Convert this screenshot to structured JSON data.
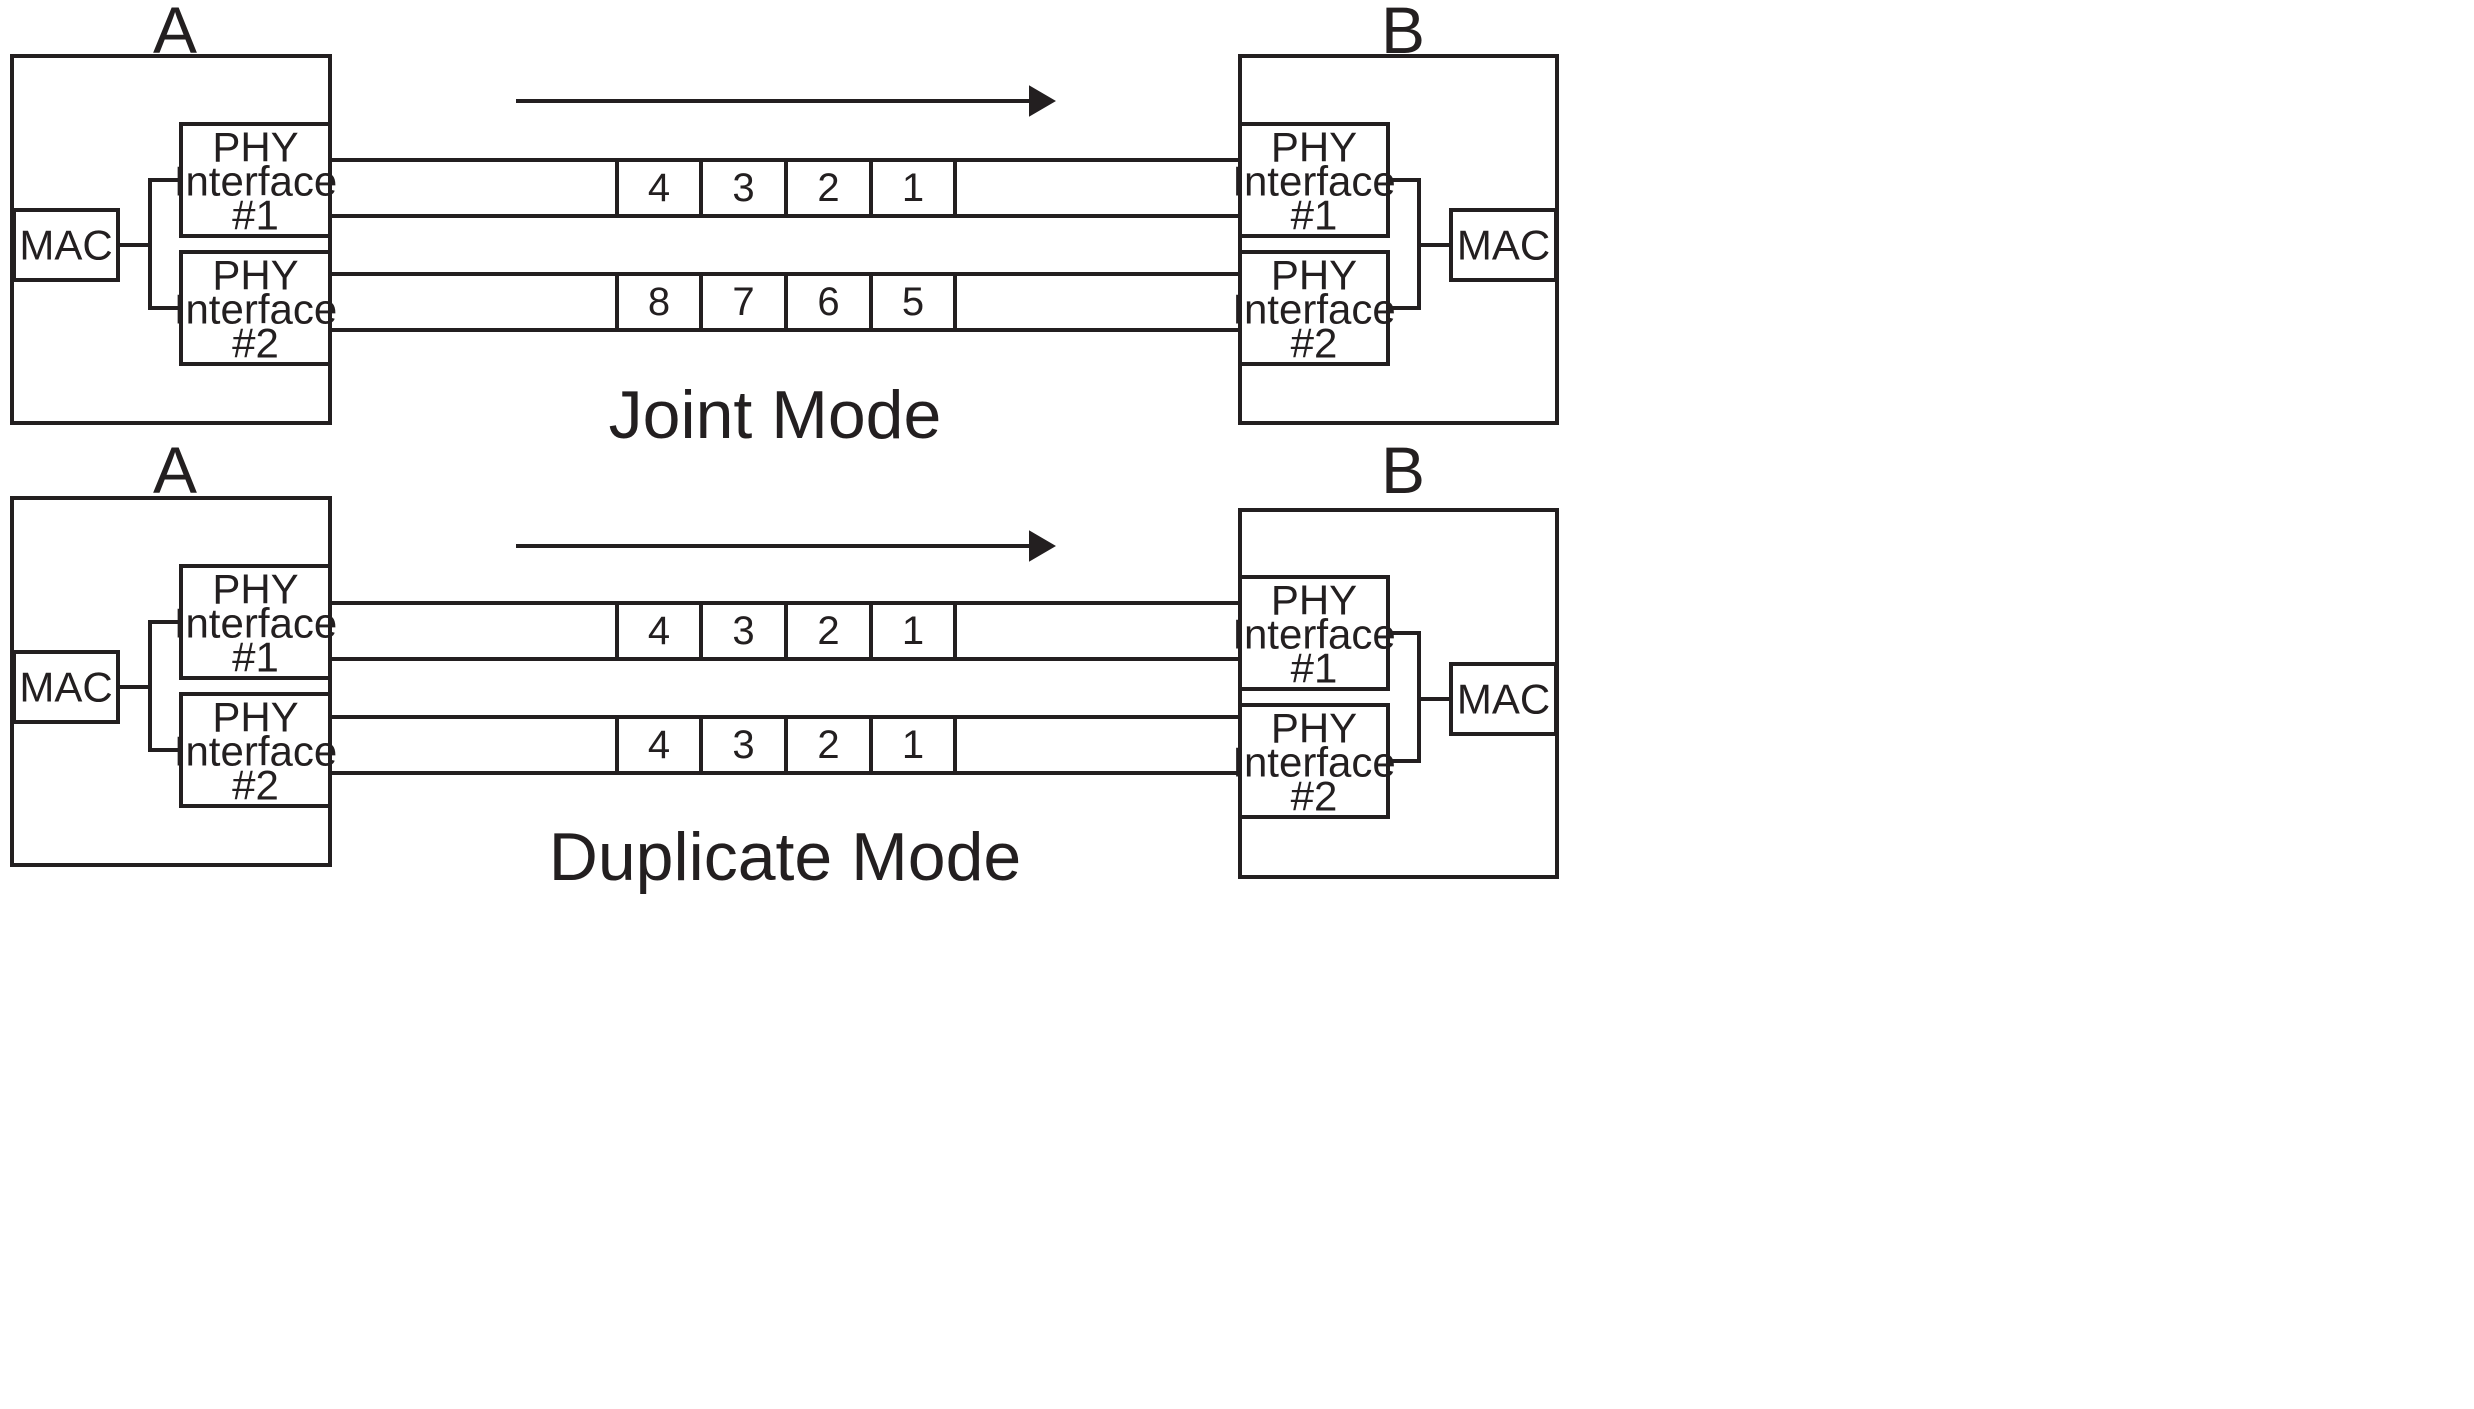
{
  "panels": [
    {
      "id": "joint",
      "mode_label": "Joint Mode",
      "sender_label": "A",
      "receiver_label": "B",
      "sender_mac": "MAC",
      "receiver_mac": "MAC",
      "sender_phys": [
        {
          "lines": [
            "PHY",
            "Interface",
            "#1"
          ]
        },
        {
          "lines": [
            "PHY",
            "Interface",
            "#2"
          ]
        }
      ],
      "receiver_phys": [
        {
          "lines": [
            "PHY",
            "Interface",
            "#1"
          ]
        },
        {
          "lines": [
            "PHY",
            "Interface",
            "#2"
          ]
        }
      ],
      "channels": [
        {
          "cells": [
            "4",
            "3",
            "2",
            "1"
          ]
        },
        {
          "cells": [
            "8",
            "7",
            "6",
            "5"
          ]
        }
      ]
    },
    {
      "id": "duplicate",
      "mode_label": "Duplicate Mode",
      "sender_label": "A",
      "receiver_label": "B",
      "sender_mac": "MAC",
      "receiver_mac": "MAC",
      "sender_phys": [
        {
          "lines": [
            "PHY",
            "Interface",
            "#1"
          ]
        },
        {
          "lines": [
            "PHY",
            "Interface",
            "#2"
          ]
        }
      ],
      "receiver_phys": [
        {
          "lines": [
            "PHY",
            "Interface",
            "#1"
          ]
        },
        {
          "lines": [
            "PHY",
            "Interface",
            "#2"
          ]
        }
      ],
      "channels": [
        {
          "cells": [
            "4",
            "3",
            "2",
            "1"
          ]
        },
        {
          "cells": [
            "4",
            "3",
            "2",
            "1"
          ]
        }
      ]
    }
  ],
  "colors": {
    "stroke": "#231f20",
    "background": "#ffffff"
  }
}
